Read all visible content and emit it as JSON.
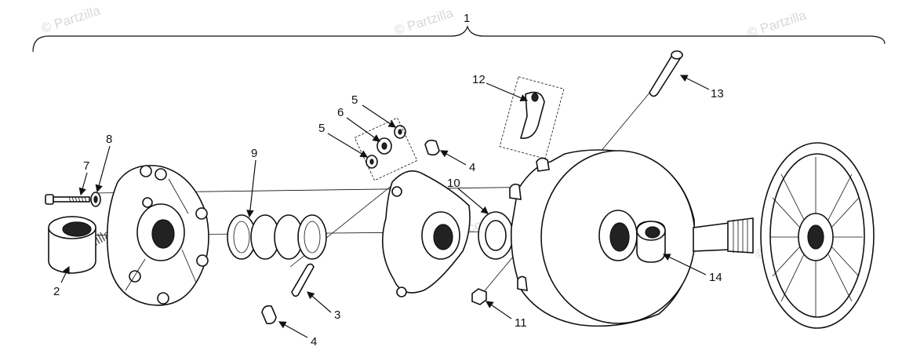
{
  "watermark": "© Partzilla.com",
  "watermark_short": "© Partzilla",
  "callouts": {
    "c1": "1",
    "c2": "2",
    "c3": "3",
    "c4a": "4",
    "c4b": "4",
    "c5a": "5",
    "c5b": "5",
    "c6": "6",
    "c7": "7",
    "c8": "8",
    "c9": "9",
    "c10": "10",
    "c11": "11",
    "c12": "12",
    "c13": "13",
    "c14": "14"
  },
  "icons": {
    "arrowhead": "arrowhead-icon"
  },
  "colors": {
    "ink": "#111111",
    "watermark": "#d8d8d8",
    "background": "#ffffff"
  }
}
